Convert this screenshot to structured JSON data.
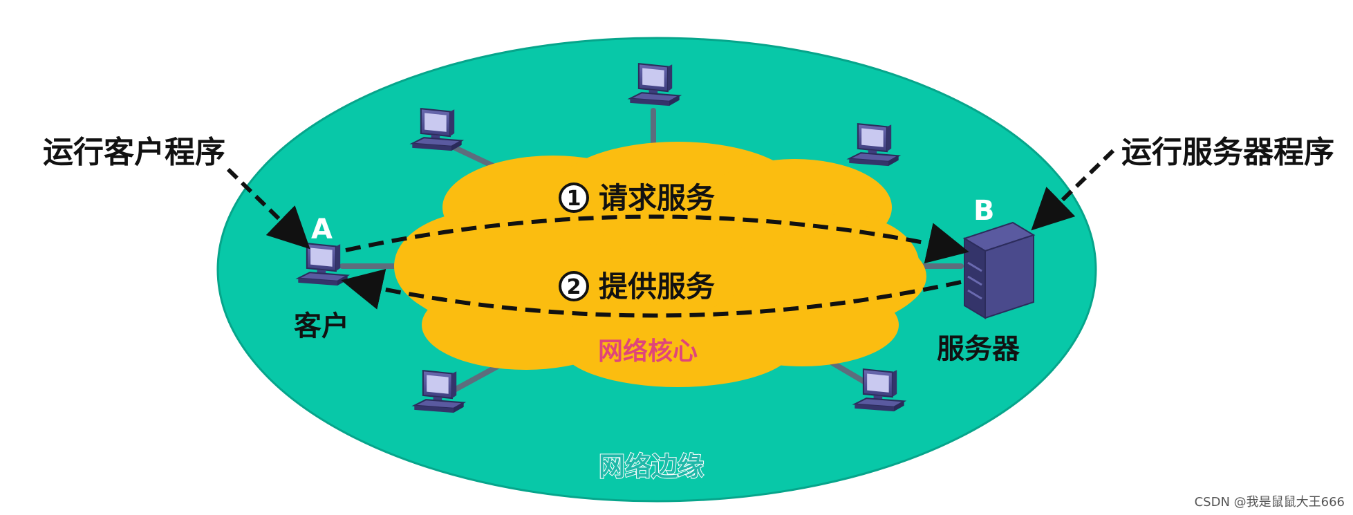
{
  "labels": {
    "client_program": "运行客户程序",
    "server_program": "运行服务器程序",
    "node_a_letter": "A",
    "node_b_letter": "B",
    "client": "客户",
    "server": "服务器",
    "step1_number": "1",
    "step1_text": "请求服务",
    "step2_number": "2",
    "step2_text": "提供服务",
    "network_core": "网络核心",
    "network_edge": "网络边缘"
  },
  "watermark": "CSDN @我是鼠鼠大王666",
  "colors": {
    "edge_fill": "#08c8a8",
    "core_fill": "#fbbd10",
    "device": "#4a4a8c",
    "core_label": "#e0457a",
    "edge_label": "#1fb8a8"
  }
}
